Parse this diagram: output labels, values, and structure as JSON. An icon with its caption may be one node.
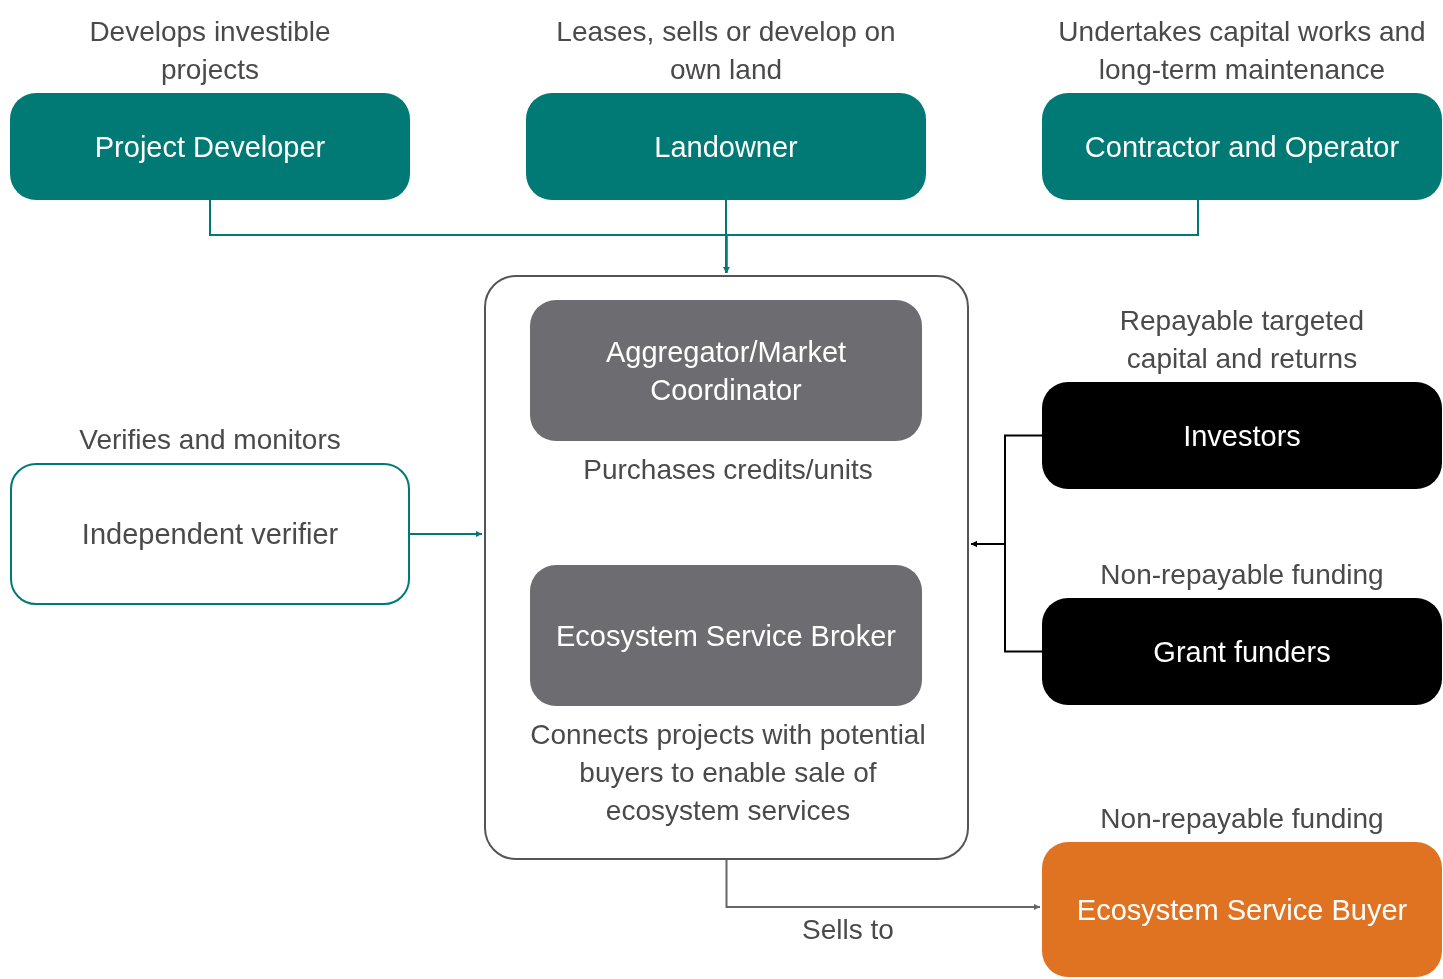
{
  "diagram": {
    "nodes": [
      {
        "text": [
          "Project Developer"
        ],
        "beside": [
          "Develops investible projects"
        ]
      },
      {
        "text": [
          "Landowner"
        ],
        "beside": [
          "Leases, sells or develop on own land"
        ]
      },
      {
        "text": [
          "Contractor and Operator"
        ],
        "beside": [
          "Undertakes capital works and long-term maintenance"
        ]
      },
      {
        "text": [],
        "shape": "box"
      },
      {
        "text": [
          "Aggregator/Market Coordinator"
        ],
        "beside": [
          "Purchases credits/units"
        ],
        "in": 3
      },
      {
        "text": [
          "Ecosystem Service Broker"
        ],
        "beside": [
          "Connects projects with potential buyers to enable sale of ecosystem services"
        ],
        "in": 3
      },
      {
        "text": [
          "Independent verifier"
        ],
        "beside": [
          "Verifies and monitors"
        ]
      },
      {
        "text": [
          "Investors"
        ],
        "beside": [
          "Repayable targeted capital and returns"
        ]
      },
      {
        "text": [
          "Grant funders"
        ],
        "beside": [
          "Non-repayable funding"
        ]
      },
      {
        "text": [
          "Ecosystem Service Buyer"
        ],
        "beside": [
          "Non-repayable funding"
        ]
      }
    ],
    "edges": [
      {
        "from": 0,
        "to": 3,
        "arrow": "to"
      },
      {
        "from": 1,
        "to": 3,
        "arrow": "to"
      },
      {
        "from": 2,
        "to": 3,
        "arrow": "to"
      },
      {
        "from": 6,
        "to": 3,
        "arrow": "to"
      },
      {
        "from": 7,
        "to": 3,
        "arrow": "to",
        "color": "#000000"
      },
      {
        "from": 8,
        "to": 3,
        "arrow": "to",
        "color": "#000000"
      },
      {
        "from": 3,
        "to": 9,
        "arrow": "to",
        "label": "Sells to",
        "color": "#666666"
      }
    ]
  }
}
